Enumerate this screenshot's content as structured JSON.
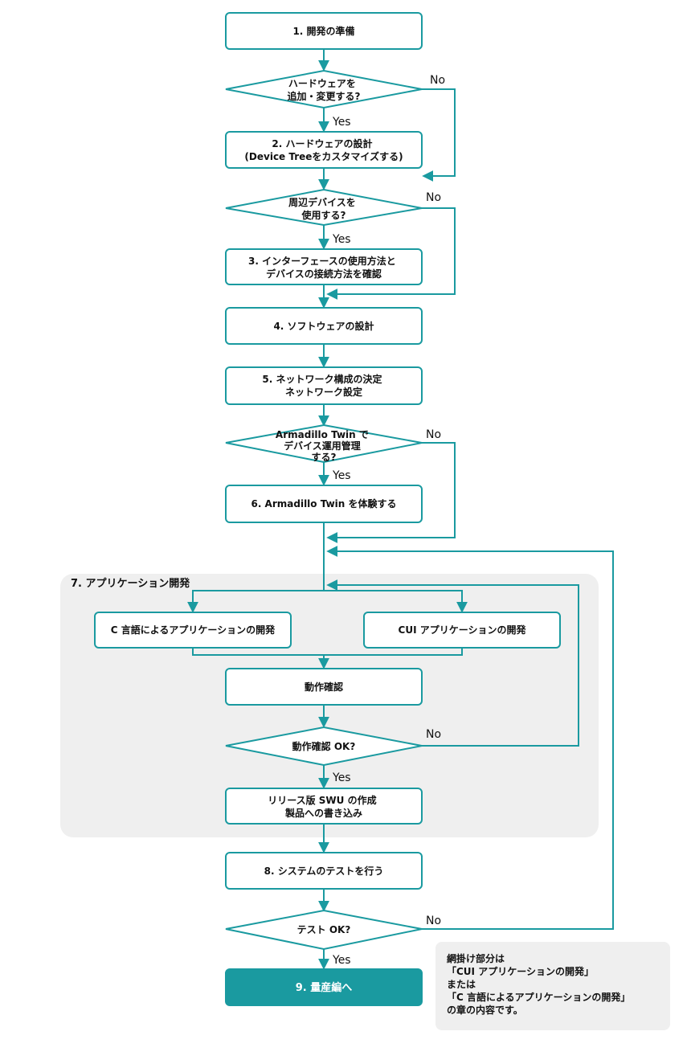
{
  "colors": {
    "accent": "#1a9aa0",
    "final_fill": "#1a9aa0",
    "shade": "#efefef"
  },
  "nodes": {
    "step1": [
      "1. 開発の準備"
    ],
    "q_hw": [
      "ハードウェアを",
      "追加・変更する?"
    ],
    "step2": [
      "2. ハードウェアの設計",
      "(Device Treeをカスタマイズする)"
    ],
    "q_dev": [
      "周辺デバイスを",
      "使用する?"
    ],
    "step3": [
      "3. インターフェースの使用方法と",
      "デバイスの接続方法を確認"
    ],
    "step4": [
      "4. ソフトウェアの設計"
    ],
    "step5": [
      "5. ネットワーク構成の決定",
      "ネットワーク設定"
    ],
    "q_twin": [
      "Armadillo Twin で",
      "デバイス運用管理",
      "する?"
    ],
    "step6": [
      "6. Armadillo Twin を体験する"
    ],
    "section7_title": "7. アプリケーション開発",
    "c_app": [
      "C 言語によるアプリケーションの開発"
    ],
    "cui_app": [
      "CUI アプリケーションの開発"
    ],
    "verify": [
      "動作確認"
    ],
    "q_verify": [
      "動作確認 OK?"
    ],
    "release": [
      "リリース版 SWU の作成",
      "製品への書き込み"
    ],
    "step8": [
      "8. システムのテストを行う"
    ],
    "q_test": [
      "テスト OK?"
    ],
    "step9": [
      "9. 量産編へ"
    ]
  },
  "labels": {
    "yes": "Yes",
    "no": "No"
  },
  "note": [
    "網掛け部分は",
    "「CUI アプリケーションの開発」",
    "または",
    "「C 言語によるアプリケーションの開発」",
    "の章の内容です。"
  ]
}
